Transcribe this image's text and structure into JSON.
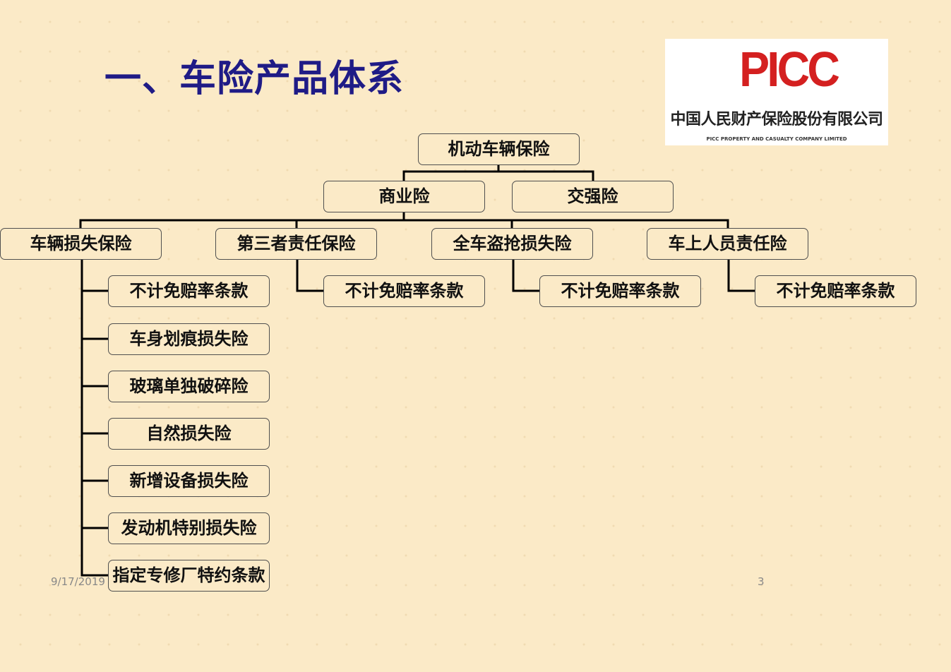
{
  "slide": {
    "title": "一、车险产品体系",
    "footer_date": "9/17/2019",
    "page_number": "3"
  },
  "logo": {
    "mark": "PICC",
    "company_cn": "中国人民财产保险股份有限公司",
    "company_en": "PICC PROPERTY AND CASUALTY COMPANY LIMITED"
  },
  "tree": {
    "root": "机动车辆保险",
    "level1": [
      "商业险",
      "交强险"
    ],
    "coverages": [
      "车辆损失保险",
      "第三者责任保险",
      "全车盗抢损失险",
      "车上人员责任险"
    ],
    "deductible_clause": "不计免赔率条款",
    "vehicle_damage_riders": [
      "车身划痕损失险",
      "玻璃单独破碎险",
      "自然损失险",
      "新增设备损失险",
      "发动机特别损失险",
      "指定专修厂特约条款"
    ]
  },
  "colors": {
    "background": "#fbeac7",
    "title": "#1f1b86",
    "logo_red": "#d42020"
  }
}
